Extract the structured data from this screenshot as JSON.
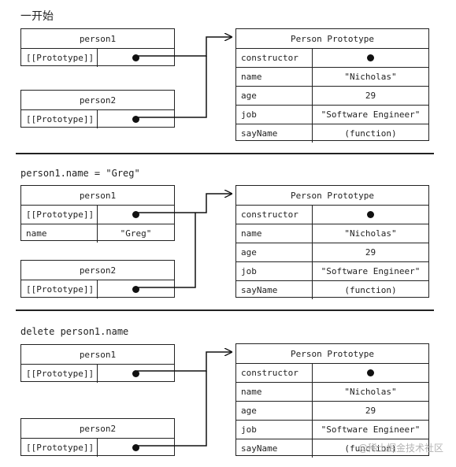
{
  "panels": [
    {
      "caption": "一开始",
      "person1": {
        "title": "person1",
        "rows": [
          {
            "key": "[[Prototype]]",
            "value": ""
          }
        ]
      },
      "person2": {
        "title": "person2",
        "rows": [
          {
            "key": "[[Prototype]]",
            "value": ""
          }
        ]
      },
      "prototype": {
        "title": "Person Prototype",
        "rows": [
          {
            "key": "constructor",
            "value": ""
          },
          {
            "key": "name",
            "value": "\"Nicholas\""
          },
          {
            "key": "age",
            "value": "29"
          },
          {
            "key": "job",
            "value": "\"Software Engineer\""
          },
          {
            "key": "sayName",
            "value": "(function)"
          }
        ]
      }
    },
    {
      "caption": "person1.name = \"Greg\"",
      "person1": {
        "title": "person1",
        "rows": [
          {
            "key": "[[Prototype]]",
            "value": ""
          },
          {
            "key": "name",
            "value": "\"Greg\""
          }
        ]
      },
      "person2": {
        "title": "person2",
        "rows": [
          {
            "key": "[[Prototype]]",
            "value": ""
          }
        ]
      },
      "prototype": {
        "title": "Person Prototype",
        "rows": [
          {
            "key": "constructor",
            "value": ""
          },
          {
            "key": "name",
            "value": "\"Nicholas\""
          },
          {
            "key": "age",
            "value": "29"
          },
          {
            "key": "job",
            "value": "\"Software Engineer\""
          },
          {
            "key": "sayName",
            "value": "(function)"
          }
        ]
      }
    },
    {
      "caption": "delete person1.name",
      "person1": {
        "title": "person1",
        "rows": [
          {
            "key": "[[Prototype]]",
            "value": ""
          }
        ]
      },
      "person2": {
        "title": "person2",
        "rows": [
          {
            "key": "[[Prototype]]",
            "value": ""
          }
        ]
      },
      "prototype": {
        "title": "Person Prototype",
        "rows": [
          {
            "key": "constructor",
            "value": ""
          },
          {
            "key": "name",
            "value": "\"Nicholas\""
          },
          {
            "key": "age",
            "value": "29"
          },
          {
            "key": "job",
            "value": "\"Software Engineer\""
          },
          {
            "key": "sayName",
            "value": "(function)"
          }
        ]
      }
    }
  ],
  "watermark": "@稀土掘金技术社区"
}
